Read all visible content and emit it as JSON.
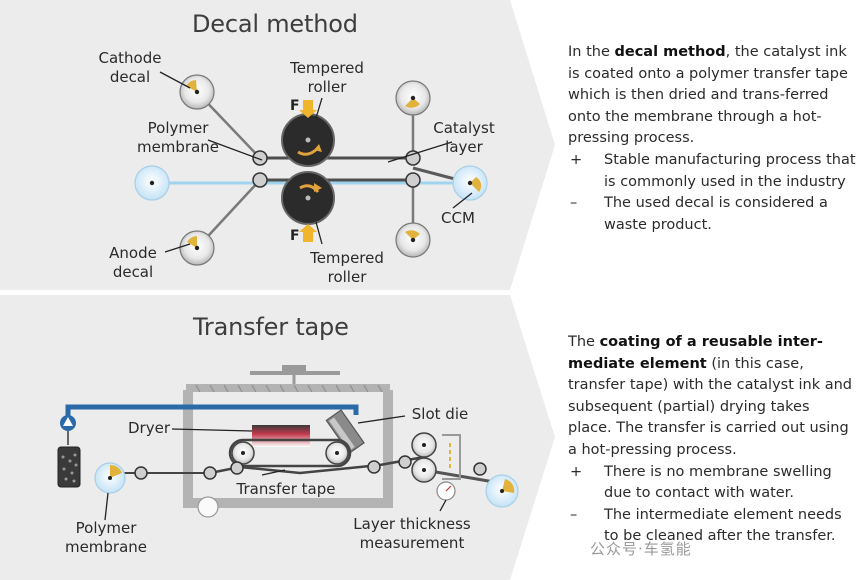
{
  "decal": {
    "title": "Decal method",
    "labels": {
      "cathode_decal": "Cathode\ndecal",
      "polymer_membrane": "Polymer\nmembrane",
      "anode_decal": "Anode\ndecal",
      "tempered_roller_top": "Tempered\nroller",
      "tempered_roller_bottom": "Tempered\nroller",
      "catalyst_layer": "Catalyst\nlayer",
      "ccm": "CCM",
      "force_top": "F",
      "force_bottom": "F"
    },
    "description": {
      "intro_before": "In the ",
      "intro_bold": "decal method",
      "intro_after": ", the catalyst ink is coated onto a polymer transfer tape which is then dried and trans-ferred onto the membrane through a hot-pressing process.",
      "bullets": [
        {
          "sym": "+",
          "text": "Stable manufacturing process that is commonly used in the industry"
        },
        {
          "sym": "–",
          "text": "The used decal is considered a waste product."
        }
      ]
    }
  },
  "tape": {
    "title": "Transfer tape",
    "labels": {
      "dryer": "Dryer",
      "slot_die": "Slot die",
      "transfer_tape": "Transfer tape",
      "polymer_membrane": "Polymer\nmembrane",
      "layer_thickness": "Layer thickness\nmeasurement"
    },
    "description": {
      "intro_before": "The ",
      "intro_bold": "coating of a reusable inter-mediate element",
      "intro_after": " (in this case, transfer tape) with the catalyst ink and subsequent (partial) drying takes place. The transfer is carried out using a hot-pressing process.",
      "bullets": [
        {
          "sym": "+",
          "text": "There is no membrane swelling due to contact with water."
        },
        {
          "sym": "–",
          "text": "The intermediate element needs to be cleaned after the transfer."
        }
      ]
    }
  },
  "watermark": "公众号·车氢能"
}
